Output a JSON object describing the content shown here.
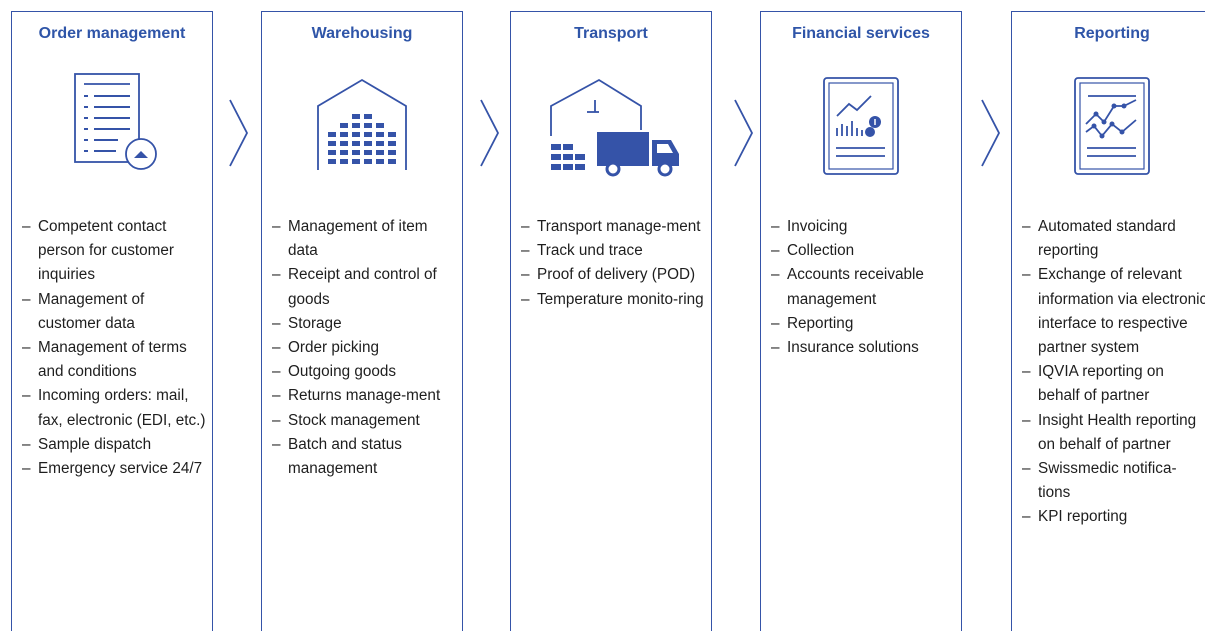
{
  "columns": [
    {
      "title": "Order management",
      "icon": "document-list-icon",
      "items": [
        "Competent contact person for customer inquiries",
        "Management of customer data",
        "Management of terms and conditions",
        "Incoming orders: mail, fax, electronic (EDI, etc.)",
        "Sample dispatch",
        "Emergency service 24/7"
      ]
    },
    {
      "title": "Warehousing",
      "icon": "warehouse-icon",
      "items": [
        "Management of item data",
        "Receipt and control of goods",
        "Storage",
        "Order picking",
        "Outgoing goods",
        "Returns manage-ment",
        "Stock management",
        "Batch and status management"
      ]
    },
    {
      "title": "Transport",
      "icon": "truck-icon",
      "items": [
        "Transport manage-ment",
        "Track und trace",
        "Proof of delivery (POD)",
        "Temperature monito-ring"
      ]
    },
    {
      "title": "Financial services",
      "icon": "financial-report-icon",
      "items": [
        "Invoicing",
        "Collection",
        "Accounts receivable management",
        "Reporting",
        "Insurance solutions"
      ]
    },
    {
      "title": "Reporting",
      "icon": "line-chart-report-icon",
      "items": [
        "Automated standard reporting",
        "Exchange of relevant information via electronic interface to respective partner system",
        "IQVIA reporting on behalf of partner",
        "Insight Health reporting on behalf of partner",
        "Swissmedic notifica-tions",
        "KPI reporting"
      ]
    }
  ],
  "colors": {
    "accent": "#3553a8",
    "text": "#1e1e1e"
  }
}
